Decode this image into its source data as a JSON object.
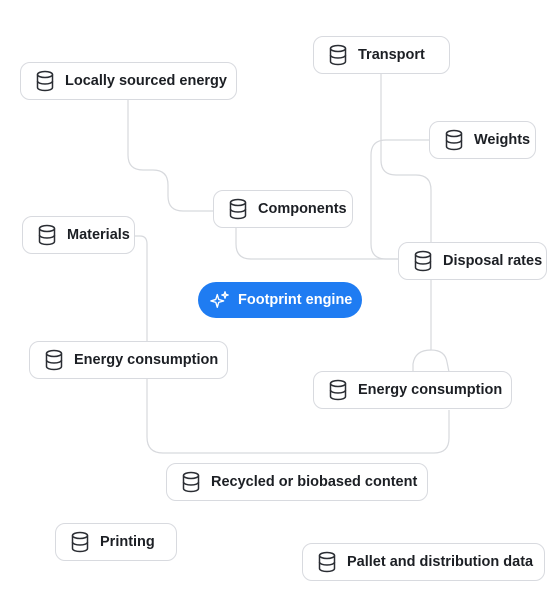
{
  "diagram": {
    "hub": {
      "label": "Footprint engine",
      "icon": "sparkles-icon",
      "color": "#1f7cf2"
    },
    "nodes": [
      {
        "id": "transport",
        "label": "Transport",
        "icon": "database-icon"
      },
      {
        "id": "locally-sourced-energy",
        "label": "Locally sourced energy",
        "icon": "database-icon"
      },
      {
        "id": "weights",
        "label": "Weights",
        "icon": "database-icon"
      },
      {
        "id": "components",
        "label": "Components",
        "icon": "database-icon"
      },
      {
        "id": "materials",
        "label": "Materials",
        "icon": "database-icon"
      },
      {
        "id": "disposal-rates",
        "label": "Disposal rates",
        "icon": "database-icon"
      },
      {
        "id": "energy-consumption-left",
        "label": "Energy consumption",
        "icon": "database-icon"
      },
      {
        "id": "energy-consumption-right",
        "label": "Energy consumption",
        "icon": "database-icon"
      },
      {
        "id": "recycled-content",
        "label": "Recycled or biobased content",
        "icon": "database-icon"
      },
      {
        "id": "printing",
        "label": "Printing",
        "icon": "database-icon"
      },
      {
        "id": "pallet-distribution",
        "label": "Pallet and distribution data",
        "icon": "database-icon"
      }
    ]
  }
}
